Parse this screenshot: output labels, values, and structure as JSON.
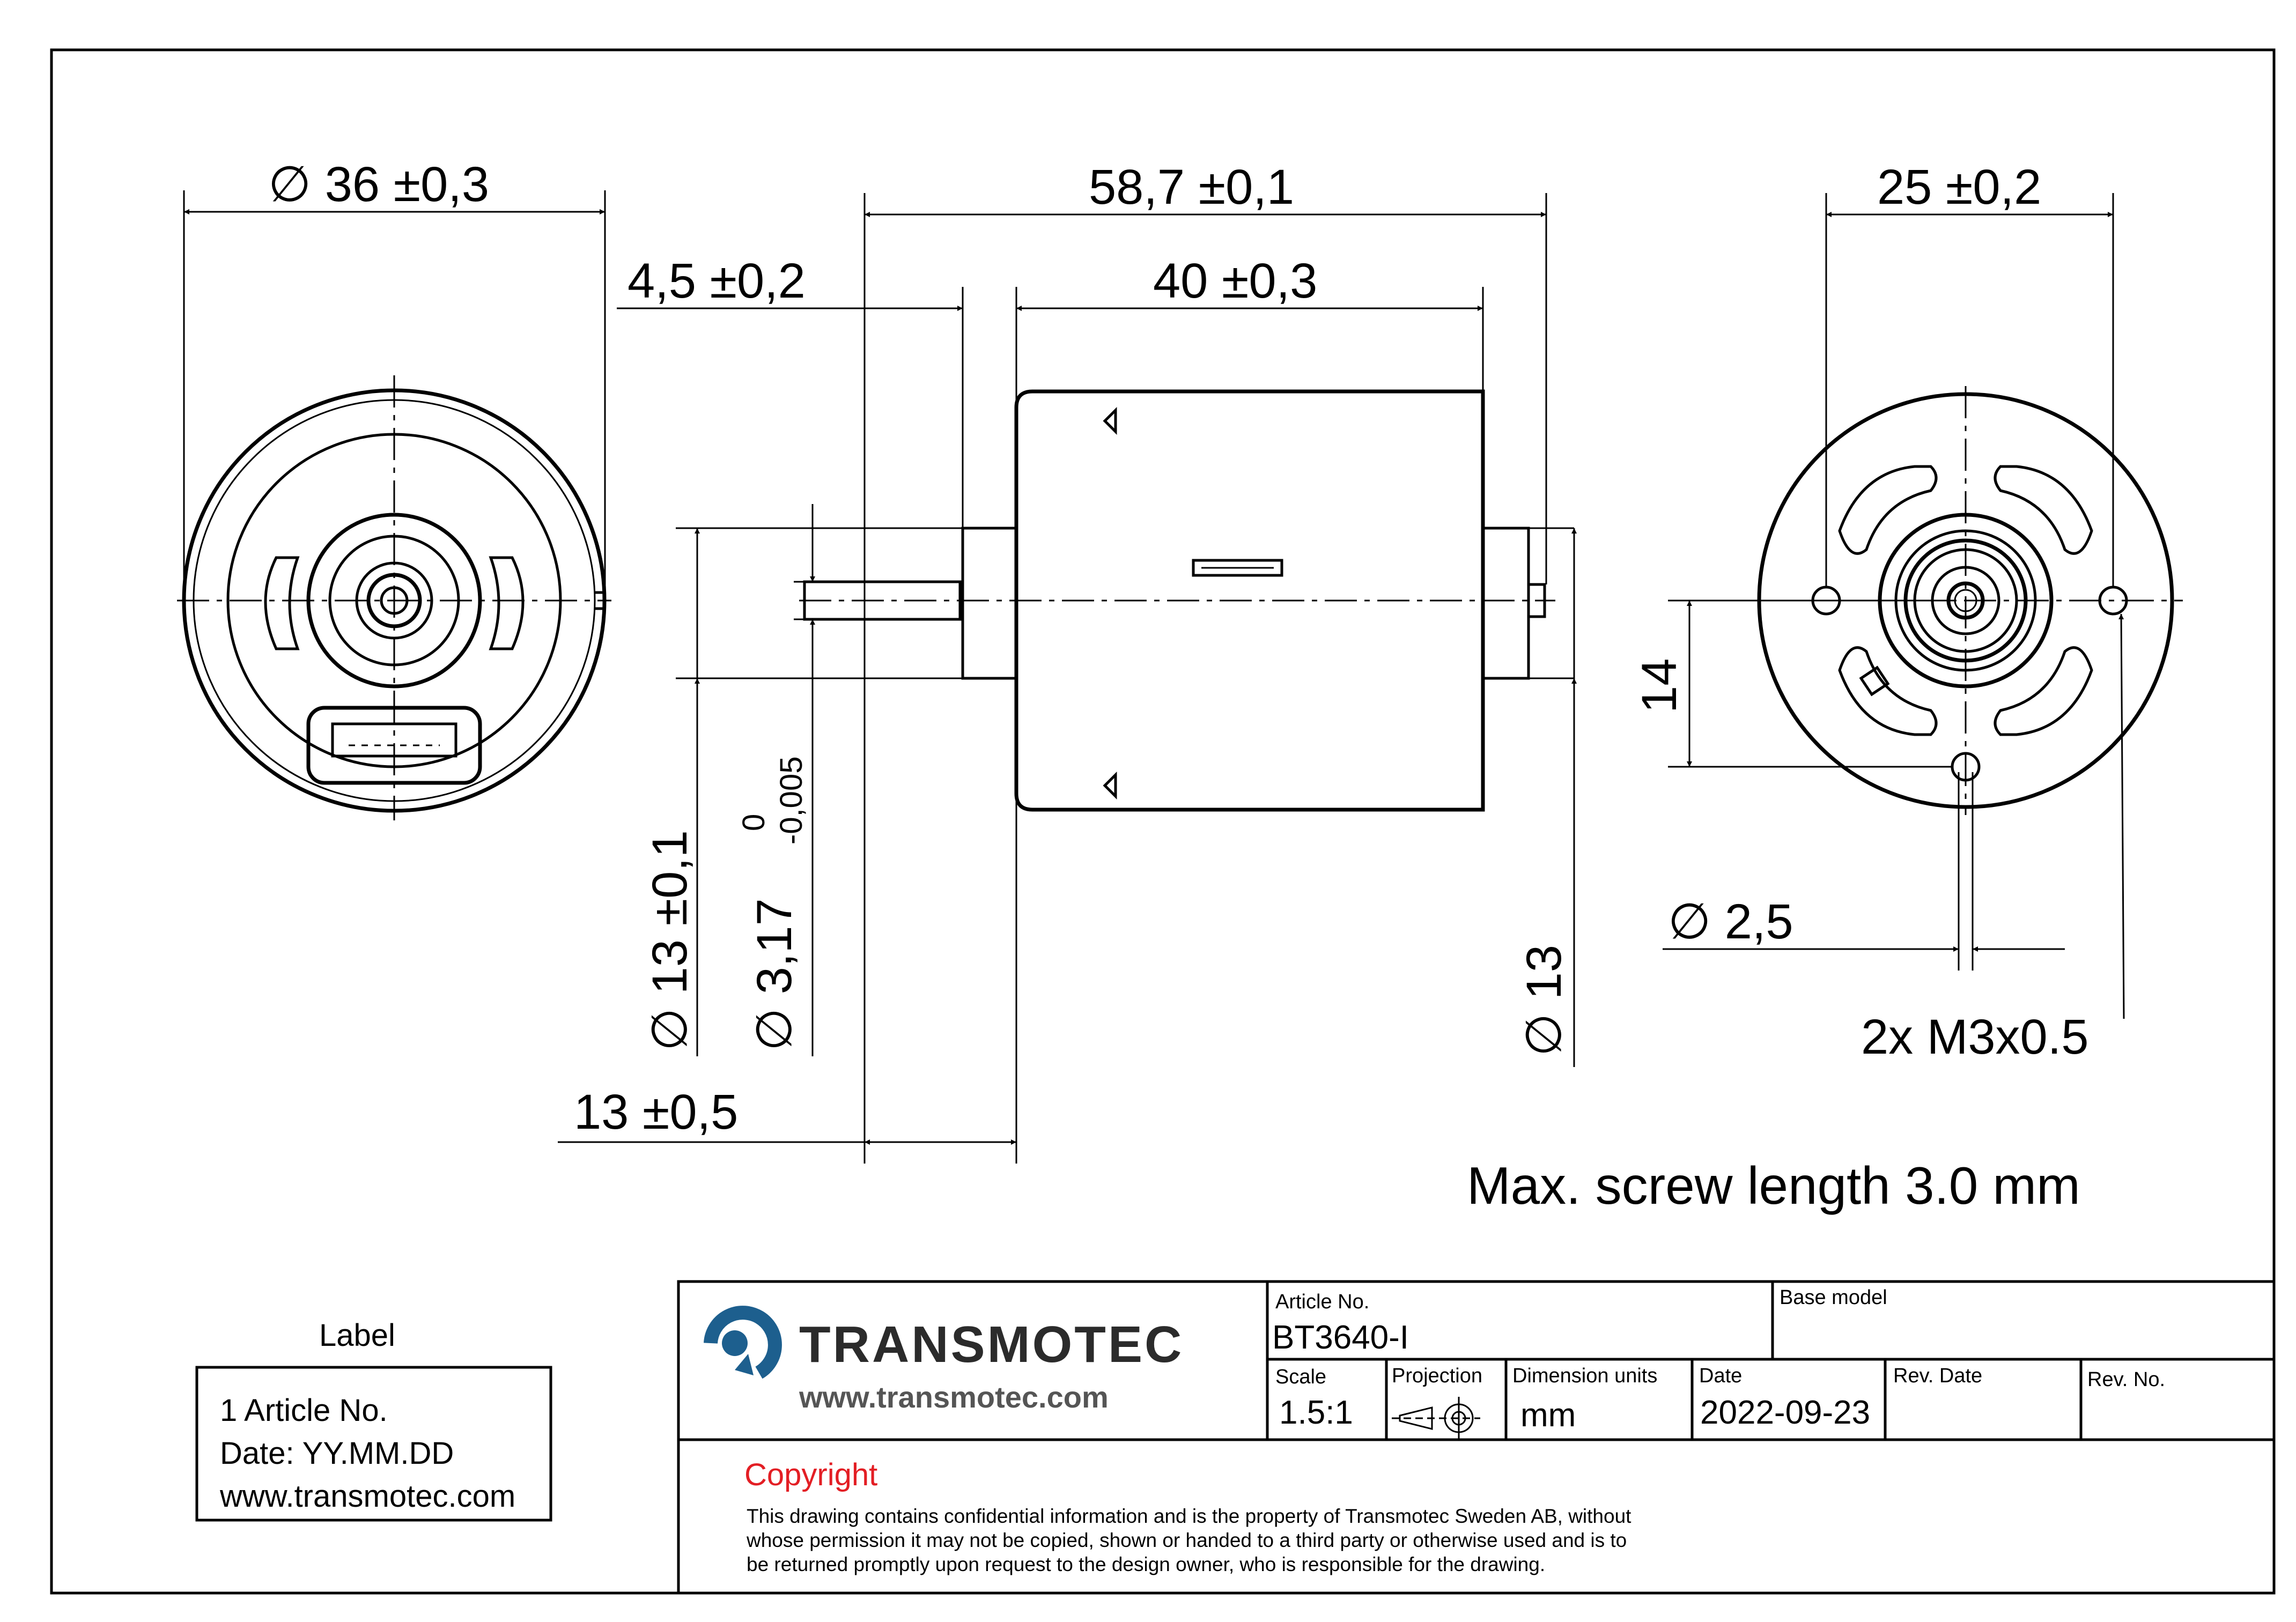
{
  "dimensions": {
    "d36": "∅ 36 ±0,3",
    "l58": "58,7 ±0,1",
    "l25": "25 ±0,2",
    "l4_5": "4,5 ±0,2",
    "l40": "40 ±0,3",
    "d13_tol": "∅ 13 ±0,1",
    "d3_17": "∅ 3,17",
    "d3_17_upper": "0",
    "d3_17_lower": "-0,005",
    "d13": "∅ 13",
    "l14": "14",
    "d2_5": "∅ 2,5",
    "threads": "2x M3x0.5",
    "l13": "13 ±0,5"
  },
  "note": "Max. screw length 3.0 mm",
  "label_box": {
    "title": "Label",
    "lines": [
      "1 Article No.",
      "Date: YY.MM.DD",
      "www.transmotec.com"
    ]
  },
  "title_block": {
    "company": "TRANSMOTEC",
    "website": "www.transmotec.com",
    "article_label": "Article No.",
    "article_value": "BT3640-I",
    "base_model_label": "Base model",
    "scale_label": "Scale",
    "scale_value": "1.5:1",
    "projection_label": "Projection",
    "units_label": "Dimension units",
    "units_value": "mm",
    "date_label": "Date",
    "date_value": "2022-09-23",
    "rev_date_label": "Rev. Date",
    "rev_no_label": "Rev. No.",
    "copyright_title": "Copyright",
    "copyright_lines": [
      "This drawing contains confidential information and is the property of Transmotec Sweden AB, without",
      "whose permission it may not be copied, shown or handed to a third party or otherwise used and is to",
      "be returned promptly upon request to the design owner, who is responsible for the drawing."
    ]
  },
  "colors": {
    "line": "#000000",
    "copyright": "#e31e24",
    "logo_blue": "#1d5f8e",
    "company_text": "#2b2b2b"
  }
}
